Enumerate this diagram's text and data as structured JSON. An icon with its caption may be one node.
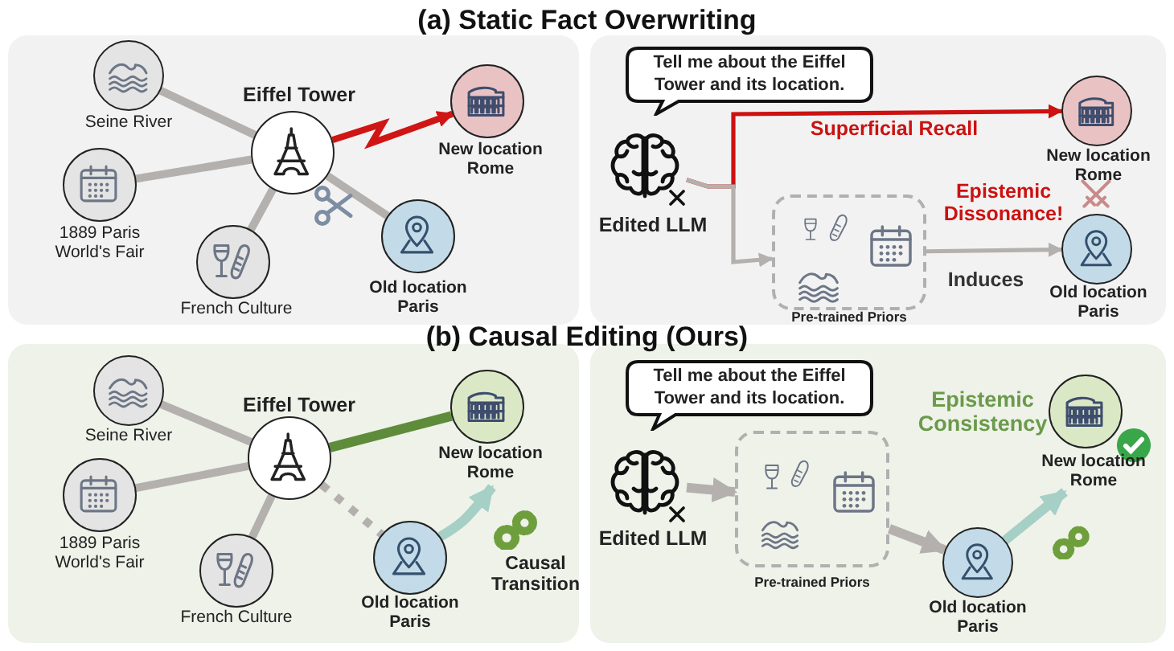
{
  "diagram": {
    "nodes": [
      {
        "text": [],
        "shape": "circle",
        "beside": [
          "Seine River"
        ]
      },
      {
        "text": [],
        "shape": "circle",
        "beside": [
          "1889 Paris World's Fair"
        ]
      },
      {
        "text": [],
        "shape": "circle",
        "beside": [
          "French Culture"
        ]
      },
      {
        "text": [],
        "shape": "circle",
        "beside": [
          "Eiffel Tower"
        ]
      },
      {
        "text": [],
        "shape": "circle",
        "beside": [
          "New location Rome"
        ]
      },
      {
        "text": [],
        "shape": "circle",
        "beside": [
          "Old location Paris"
        ]
      },
      {
        "text": [
          "Tell me about the Eiffel Tower and its location."
        ]
      },
      {
        "text": [],
        "shape": "brain",
        "beside": [
          "Edited LLM"
        ]
      },
      {
        "text": [],
        "shape": "box",
        "beside": [
          "Pre-trained Priors"
        ]
      },
      {
        "text": [],
        "shape": "circle",
        "beside": [
          "New location Rome"
        ]
      },
      {
        "text": [],
        "shape": "circle",
        "beside": [
          "Old location Paris"
        ]
      },
      {
        "text": [],
        "shape": "circle",
        "beside": [
          "Seine River"
        ]
      },
      {
        "text": [],
        "shape": "circle",
        "beside": [
          "1889 Paris World's Fair"
        ]
      },
      {
        "text": [],
        "shape": "circle",
        "beside": [
          "French Culture"
        ]
      },
      {
        "text": [],
        "shape": "circle",
        "beside": [
          "Eiffel Tower"
        ]
      },
      {
        "text": [],
        "shape": "circle",
        "beside": [
          "New location Rome"
        ]
      },
      {
        "text": [],
        "shape": "circle",
        "beside": [
          "Old location Paris"
        ]
      },
      {
        "text": [
          "Tell me about the Eiffel Tower and its location."
        ]
      },
      {
        "text": [],
        "shape": "brain",
        "beside": [
          "Edited LLM"
        ]
      },
      {
        "text": [],
        "shape": "box",
        "beside": [
          "Pre-trained Priors"
        ]
      },
      {
        "text": [],
        "shape": "circle",
        "beside": [
          "Old location Paris"
        ]
      },
      {
        "text": [],
        "shape": "circle",
        "beside": [
          "New location Rome"
        ]
      }
    ],
    "edges": [
      {
        "from": 0,
        "to": 3,
        "arrow": "none"
      },
      {
        "from": 1,
        "to": 3,
        "arrow": "none"
      },
      {
        "from": 2,
        "to": 3,
        "arrow": "none"
      },
      {
        "from": 3,
        "to": 4,
        "arrow": "to",
        "color": "#d01515"
      },
      {
        "from": 3,
        "to": 5,
        "arrow": "none"
      },
      {
        "from": 7,
        "to": 9,
        "arrow": "to",
        "label": "Superficial Recall",
        "color": "#cc1111"
      },
      {
        "from": 7,
        "to": 8,
        "arrow": "to"
      },
      {
        "from": 8,
        "to": 10,
        "arrow": "to",
        "label": "Induces"
      },
      {
        "from": 11,
        "to": 14,
        "arrow": "none"
      },
      {
        "from": 12,
        "to": 14,
        "arrow": "none"
      },
      {
        "from": 13,
        "to": 14,
        "arrow": "none"
      },
      {
        "from": 14,
        "to": 15,
        "arrow": "none",
        "color": "#5e8c3a"
      },
      {
        "from": 14,
        "to": 16,
        "arrow": "none",
        "style": "dashed"
      },
      {
        "from": 16,
        "to": 15,
        "arrow": "to",
        "color": "#a6cfc6"
      },
      {
        "from": 18,
        "to": 19,
        "arrow": "to"
      },
      {
        "from": 19,
        "to": 20,
        "arrow": "to"
      },
      {
        "from": 20,
        "to": 21,
        "arrow": "to",
        "color": "#a6cfc6"
      }
    ],
    "labels": [
      "(a) Static Fact Overwriting",
      "Epistemic Dissonance!",
      "(b) Causal Editing (Ours)",
      "Causal Transition",
      "Epistemic Consistency"
    ]
  }
}
